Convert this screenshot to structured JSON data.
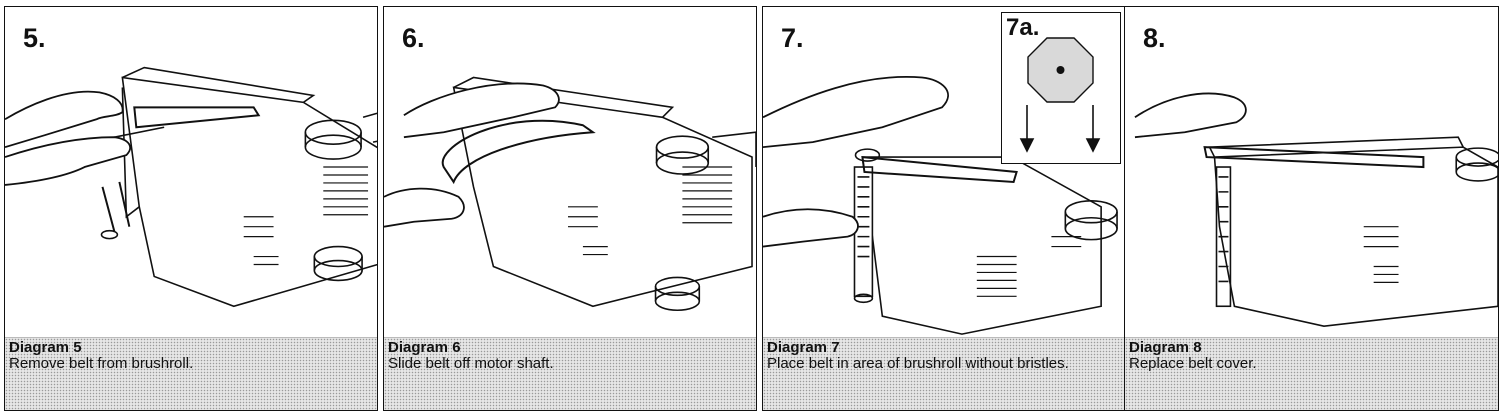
{
  "panels": [
    {
      "step": "5.",
      "title": "Diagram 5",
      "text": "Remove belt from brushroll."
    },
    {
      "step": "6.",
      "title": "Diagram 6",
      "text": "Slide belt off motor shaft."
    },
    {
      "step": "7.",
      "title": "Diagram 7",
      "text": "Place belt in area of brushroll without bristles.",
      "inset_label": "7a."
    },
    {
      "step": "8.",
      "title": "Diagram 8",
      "text": "Replace belt cover."
    }
  ],
  "icons": [
    "hand-icon",
    "vacuum-base-icon",
    "wheel-icon",
    "belt-icon",
    "brushroll-icon",
    "octagon-icon",
    "arrow-down-icon"
  ]
}
